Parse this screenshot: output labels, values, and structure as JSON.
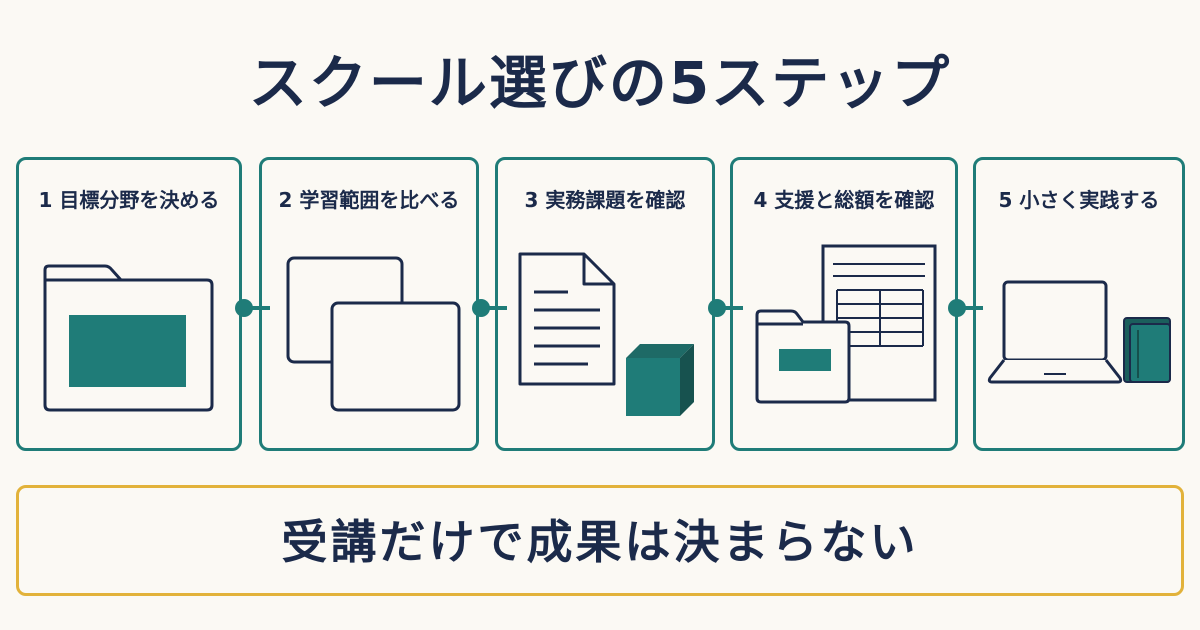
{
  "title": "スクール選びの5ステップ",
  "steps": [
    {
      "label": "1 目標分野を決める",
      "icon": "folder-icon"
    },
    {
      "label": "2 学習範囲を比べる",
      "icon": "stacked-cards-icon"
    },
    {
      "label": "3 実務課題を確認",
      "icon": "document-and-cube-icon"
    },
    {
      "label": "4 支援と総額を確認",
      "icon": "folder-and-spreadsheet-icon"
    },
    {
      "label": "5 小さく実践する",
      "icon": "laptop-and-books-icon"
    }
  ],
  "banner": "受講だけで成果は決まらない",
  "colors": {
    "teal": "#1f7c78",
    "navy": "#1b2a4a",
    "gold": "#e2b23a",
    "background": "#fbf9f4"
  }
}
